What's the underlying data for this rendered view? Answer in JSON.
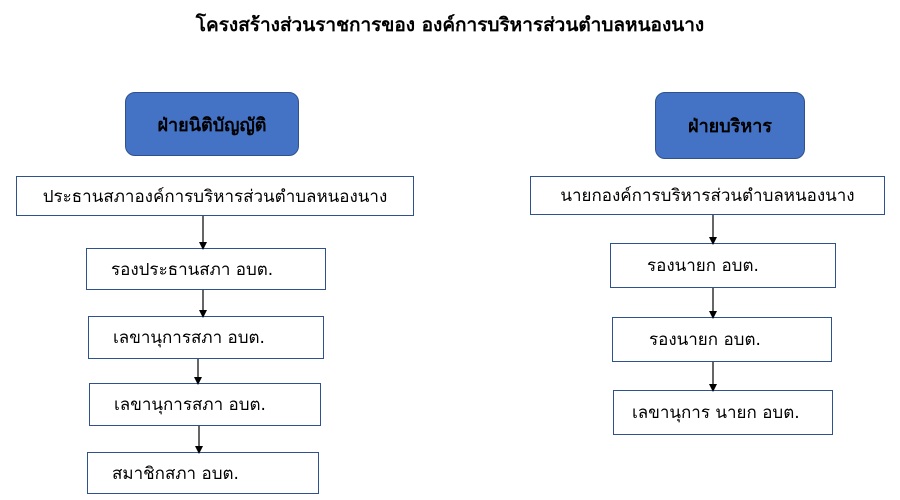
{
  "title": "โครงสร้างส่วนราชการของ  องค์การบริหารส่วนตำบลหนองนาง",
  "legislative": {
    "header": "ฝ่ายนิติบัญญัติ",
    "chain": [
      "ประธานสภาองค์การบริหารส่วนตำบลหนองนาง",
      "รองประธานสภา อบต.",
      "เลขานุการสภา อบต.",
      "เลขานุการสภา อบต.",
      "สมาชิกสภา อบต."
    ]
  },
  "executive": {
    "header": "ฝ่ายบริหาร",
    "chain": [
      "นายกองค์การบริหารส่วนตำบลหนองนาง",
      "รองนายก อบต.",
      "รองนายก อบต.",
      "เลขานุการ นายก อบต."
    ]
  },
  "colors": {
    "header_fill": "#4472c4",
    "box_border": "#2f528f",
    "arrow": "#000000"
  }
}
